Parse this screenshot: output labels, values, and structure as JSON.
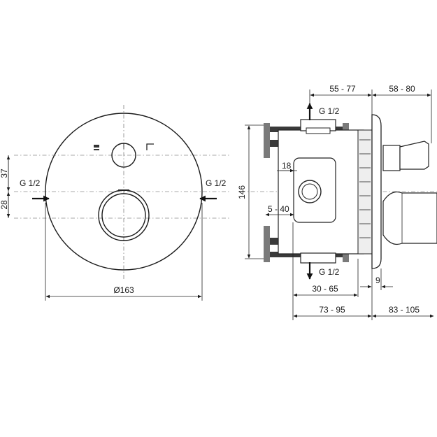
{
  "front_view": {
    "dim_37": "37",
    "dim_28": "28",
    "inlet_left": "G 1/2",
    "inlet_right": "G 1/2",
    "diameter": "Ø163"
  },
  "side_view": {
    "outlet_top": "G 1/2",
    "outlet_bottom": "G 1/2",
    "dim_55_77": "55 - 77",
    "dim_58_80": "58 - 80",
    "dim_18": "18",
    "dim_5_40": "5 - 40",
    "dim_146": "146",
    "dim_9": "9",
    "dim_30_65": "30 - 65",
    "dim_73_95": "73 - 95",
    "dim_83_105": "83 - 105"
  }
}
